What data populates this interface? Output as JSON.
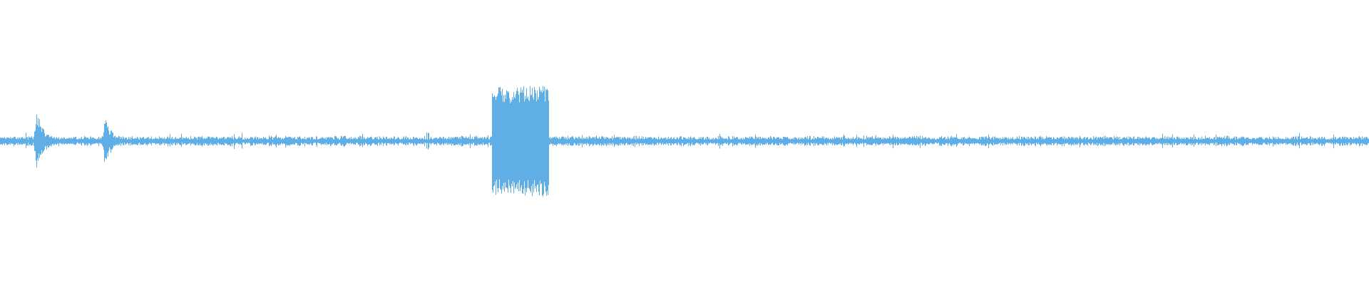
{
  "waveform": {
    "color": "#5faee6",
    "background": "#ffffff",
    "baseline_amplitude": 0.035,
    "events": [
      {
        "kind": "transient",
        "position": 0.026,
        "amplitude": 0.33
      },
      {
        "kind": "transient",
        "position": 0.076,
        "amplitude": 0.27
      },
      {
        "kind": "sustained-tone",
        "start": 0.359,
        "end": 0.401,
        "amplitude": 0.5
      }
    ]
  }
}
